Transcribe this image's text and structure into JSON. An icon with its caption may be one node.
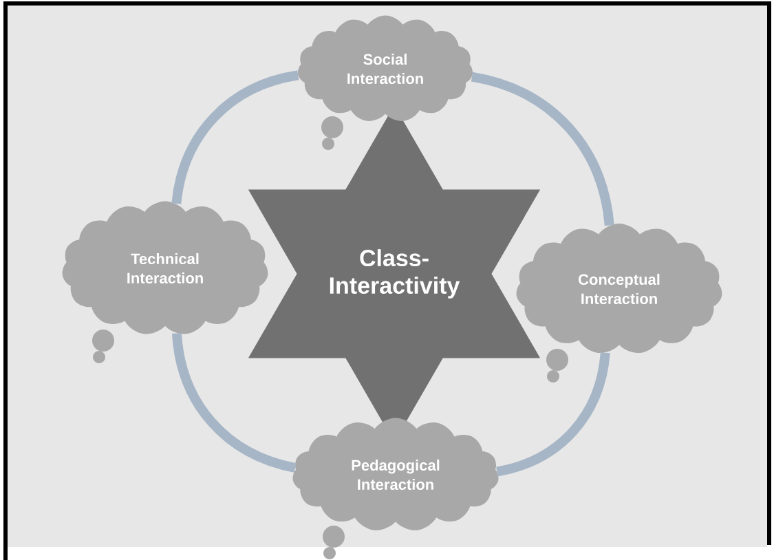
{
  "diagram": {
    "nodes": [
      {
        "text": [
          "Class-Interactivity"
        ]
      },
      {
        "text": [
          "Social Interaction"
        ]
      },
      {
        "text": [
          "Technical Interaction"
        ]
      },
      {
        "text": [
          "Conceptual Interaction"
        ]
      },
      {
        "text": [
          "Pedagogical Interaction"
        ]
      }
    ],
    "edges": [
      {
        "from": 1,
        "to": 3,
        "arrow": "none"
      },
      {
        "from": 3,
        "to": 4,
        "arrow": "none"
      },
      {
        "from": 4,
        "to": 2,
        "arrow": "none"
      },
      {
        "from": 2,
        "to": 1,
        "arrow": "none"
      }
    ]
  }
}
